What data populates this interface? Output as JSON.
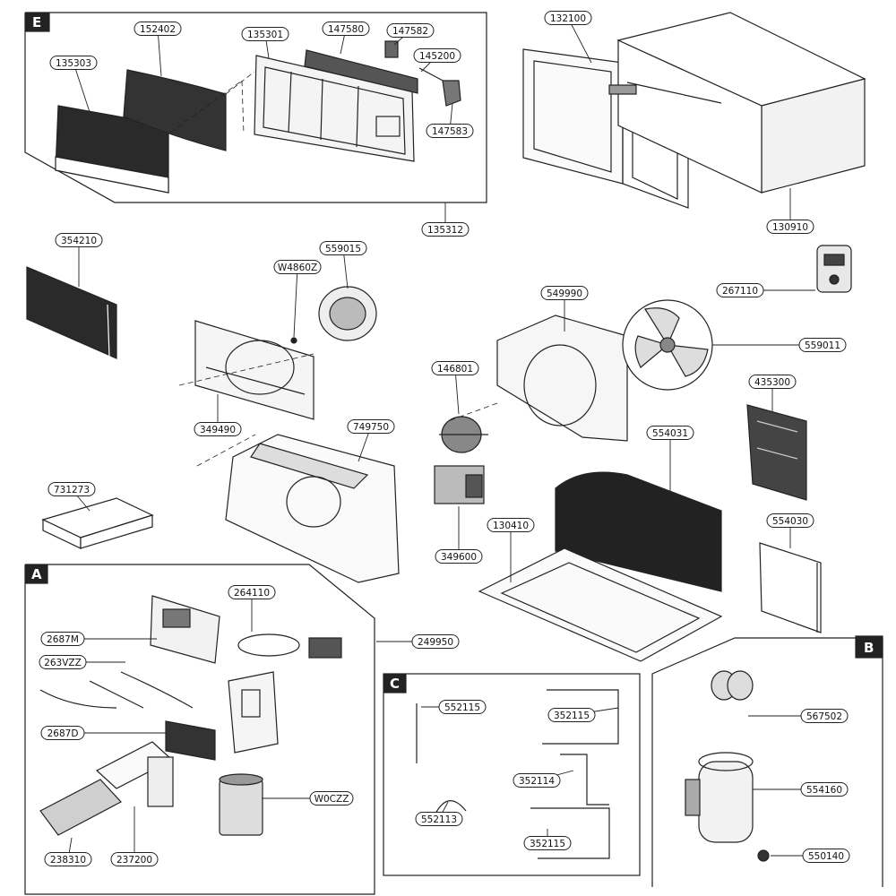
{
  "sections": {
    "E": "E",
    "A": "A",
    "B": "B",
    "C": "C"
  },
  "parts": [
    {
      "id": "p135303",
      "label": "135303"
    },
    {
      "id": "p152402",
      "label": "152402"
    },
    {
      "id": "p135301",
      "label": "135301"
    },
    {
      "id": "p147580",
      "label": "147580"
    },
    {
      "id": "p147582",
      "label": "147582"
    },
    {
      "id": "p145200",
      "label": "145200"
    },
    {
      "id": "p147583",
      "label": "147583"
    },
    {
      "id": "p135312",
      "label": "135312"
    },
    {
      "id": "p132100",
      "label": "132100"
    },
    {
      "id": "p130910",
      "label": "130910"
    },
    {
      "id": "p354210",
      "label": "354210"
    },
    {
      "id": "p559015",
      "label": "559015"
    },
    {
      "id": "pW4860Z",
      "label": "W4860Z"
    },
    {
      "id": "p549990",
      "label": "549990"
    },
    {
      "id": "p267110",
      "label": "267110"
    },
    {
      "id": "p559011",
      "label": "559011"
    },
    {
      "id": "p146801",
      "label": "146801"
    },
    {
      "id": "p435300",
      "label": "435300"
    },
    {
      "id": "p349490",
      "label": "349490"
    },
    {
      "id": "p749750",
      "label": "749750"
    },
    {
      "id": "p554031",
      "label": "554031"
    },
    {
      "id": "p731273",
      "label": "731273"
    },
    {
      "id": "p130410",
      "label": "130410"
    },
    {
      "id": "p554030",
      "label": "554030"
    },
    {
      "id": "p349600",
      "label": "349600"
    },
    {
      "id": "p264110",
      "label": "264110"
    },
    {
      "id": "p2687M",
      "label": "2687M"
    },
    {
      "id": "p249950",
      "label": "249950"
    },
    {
      "id": "p263VZZ",
      "label": "263VZZ"
    },
    {
      "id": "p2687D",
      "label": "2687D"
    },
    {
      "id": "pW0CZZ",
      "label": "W0CZZ"
    },
    {
      "id": "p238310",
      "label": "238310"
    },
    {
      "id": "p237200",
      "label": "237200"
    },
    {
      "id": "p552115",
      "label": "552115"
    },
    {
      "id": "p352115",
      "label": "352115"
    },
    {
      "id": "p352114",
      "label": "352114"
    },
    {
      "id": "p552113",
      "label": "552113"
    },
    {
      "id": "p352115b",
      "label": "352115"
    },
    {
      "id": "p567502",
      "label": "567502"
    },
    {
      "id": "p554160",
      "label": "554160"
    },
    {
      "id": "p550140",
      "label": "550140"
    }
  ]
}
